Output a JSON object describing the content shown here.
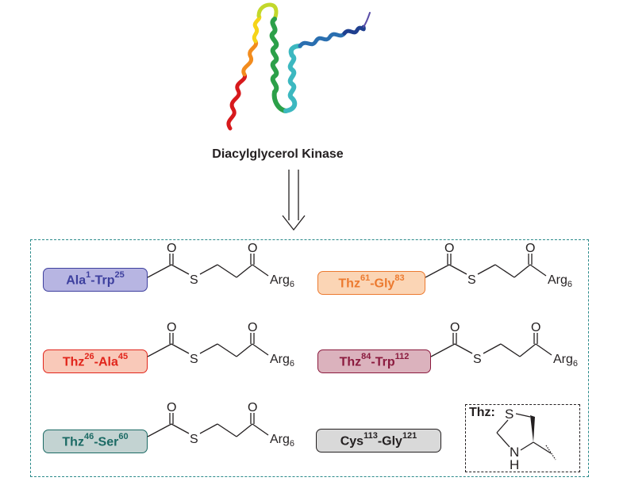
{
  "protein": {
    "name": "Diacylglycerol Kinase",
    "ribbon_colors": [
      "#d7191c",
      "#f28c1e",
      "#f5d418",
      "#8cc63f",
      "#2ca049",
      "#3cb8c0",
      "#2a6fb0",
      "#1f3f8f",
      "#5b4ea8"
    ]
  },
  "arrow": {
    "direction": "down"
  },
  "fragments": [
    {
      "id": "ala1-trp25",
      "res1": "Ala",
      "num1": "1",
      "res2": "Trp",
      "num2": "25",
      "color": "#3d3f9e",
      "fill": "#b7b5e2",
      "thioester": true
    },
    {
      "id": "thz61-gly83",
      "res1": "Thz",
      "num1": "61",
      "res2": "Gly",
      "num2": "83",
      "color": "#ec7a30",
      "fill": "#fbd5b5",
      "thioester": true
    },
    {
      "id": "thz26-ala45",
      "res1": "Thz",
      "num1": "26",
      "res2": "Ala",
      "num2": "45",
      "color": "#e1251b",
      "fill": "#f9c9b9",
      "thioester": true
    },
    {
      "id": "thz84-trp112",
      "res1": "Thz",
      "num1": "84",
      "res2": "Trp",
      "num2": "112",
      "color": "#8b1a3e",
      "fill": "#dbb2bd",
      "thioester": true
    },
    {
      "id": "thz46-ser60",
      "res1": "Thz",
      "num1": "46",
      "res2": "Ser",
      "num2": "60",
      "color": "#1b6a64",
      "fill": "#c3d3d2",
      "thioester": true
    },
    {
      "id": "cys113-gly121",
      "res1": "Cys",
      "num1": "113",
      "res2": "Gly",
      "num2": "121",
      "color": "#231f20",
      "fill": "#d9d9d9",
      "thioester": false
    }
  ],
  "thioester_chain": {
    "carbonyl_o": "O",
    "sulfur": "S",
    "ketone_o": "O",
    "terminus": "Arg",
    "terminus_subscript": "6"
  },
  "thz_legend": {
    "label": "Thz:",
    "ring_s": "S",
    "ring_n": "N",
    "ring_h": "H"
  },
  "frame_color": "#2a8a8a"
}
